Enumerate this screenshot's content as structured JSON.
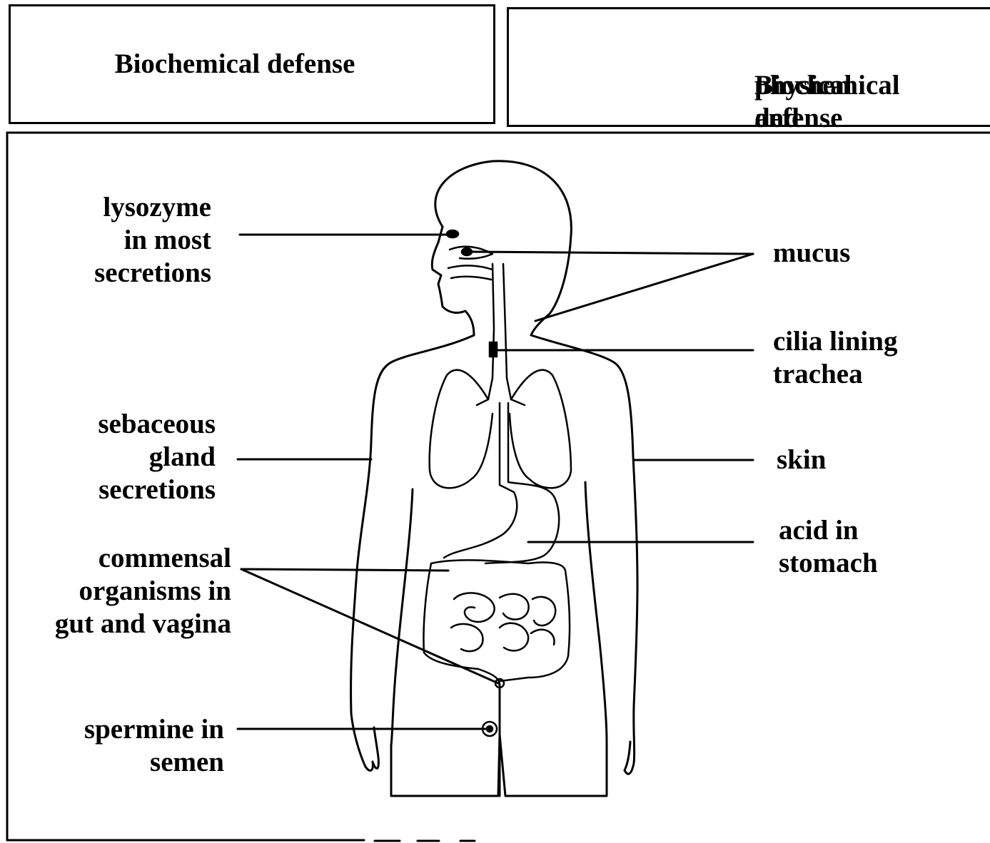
{
  "headers": {
    "left": "Biochemical defense",
    "right_line1": "Biochemical and",
    "right_line2": "physical defense"
  },
  "labels": {
    "lysozyme": [
      "lysozyme",
      "in most",
      "secretions"
    ],
    "sebaceous": [
      "sebaceous",
      "gland",
      "secretions"
    ],
    "commensal": [
      "commensal",
      "organisms in",
      "gut and vagina"
    ],
    "spermine": [
      "spermine in",
      "semen"
    ],
    "mucus": [
      "mucus"
    ],
    "cilia": [
      "cilia lining",
      "trachea"
    ],
    "skin": [
      "skin"
    ],
    "acid": [
      "acid in",
      "stomach"
    ]
  }
}
